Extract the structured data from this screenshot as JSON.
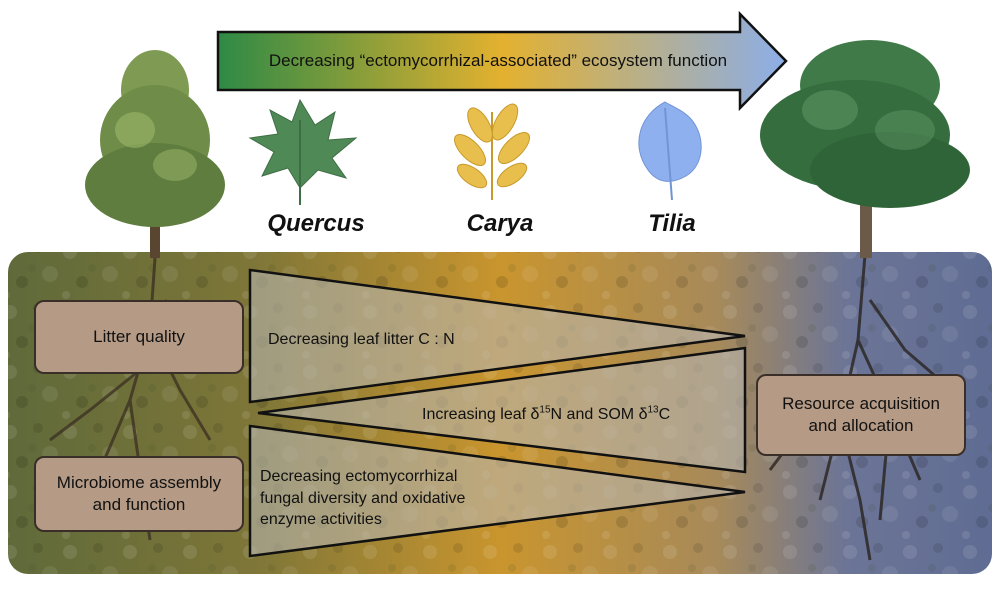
{
  "arrow": {
    "label": "Decreasing “ectomycorrhizal-associated” ecosystem function",
    "color_start": "#2e8a45",
    "color_mid": "#e3b12f",
    "color_end": "#8caee8"
  },
  "genera": [
    {
      "name": "Quercus",
      "leaf_color": "#4f8a56",
      "icon": "oak-leaf-icon"
    },
    {
      "name": "Carya",
      "leaf_color": "#e8bf4c",
      "icon": "hickory-leaf-icon"
    },
    {
      "name": "Tilia",
      "leaf_color": "#8fb0ee",
      "icon": "linden-leaf-icon"
    }
  ],
  "boxes": {
    "litter_quality": "Litter quality",
    "microbiome": "Microbiome assembly and function",
    "resource": "Resource acquisition and allocation"
  },
  "wedges": {
    "cn": "Decreasing leaf litter C : N",
    "isotope": {
      "prefix": "Increasing leaf δ",
      "sup1": "15",
      "middle": "N and SOM δ",
      "sup2": "13",
      "suffix": "C"
    },
    "ecm_line1": "Decreasing ectomycorrhizal",
    "ecm_line2": "fungal diversity and oxidative",
    "ecm_line3": "enzyme activities"
  },
  "colors": {
    "soil_left": "#6f6a3c",
    "soil_mid": "#c9952e",
    "soil_right": "#6f7a9c",
    "box_fill": "#b59b86"
  }
}
